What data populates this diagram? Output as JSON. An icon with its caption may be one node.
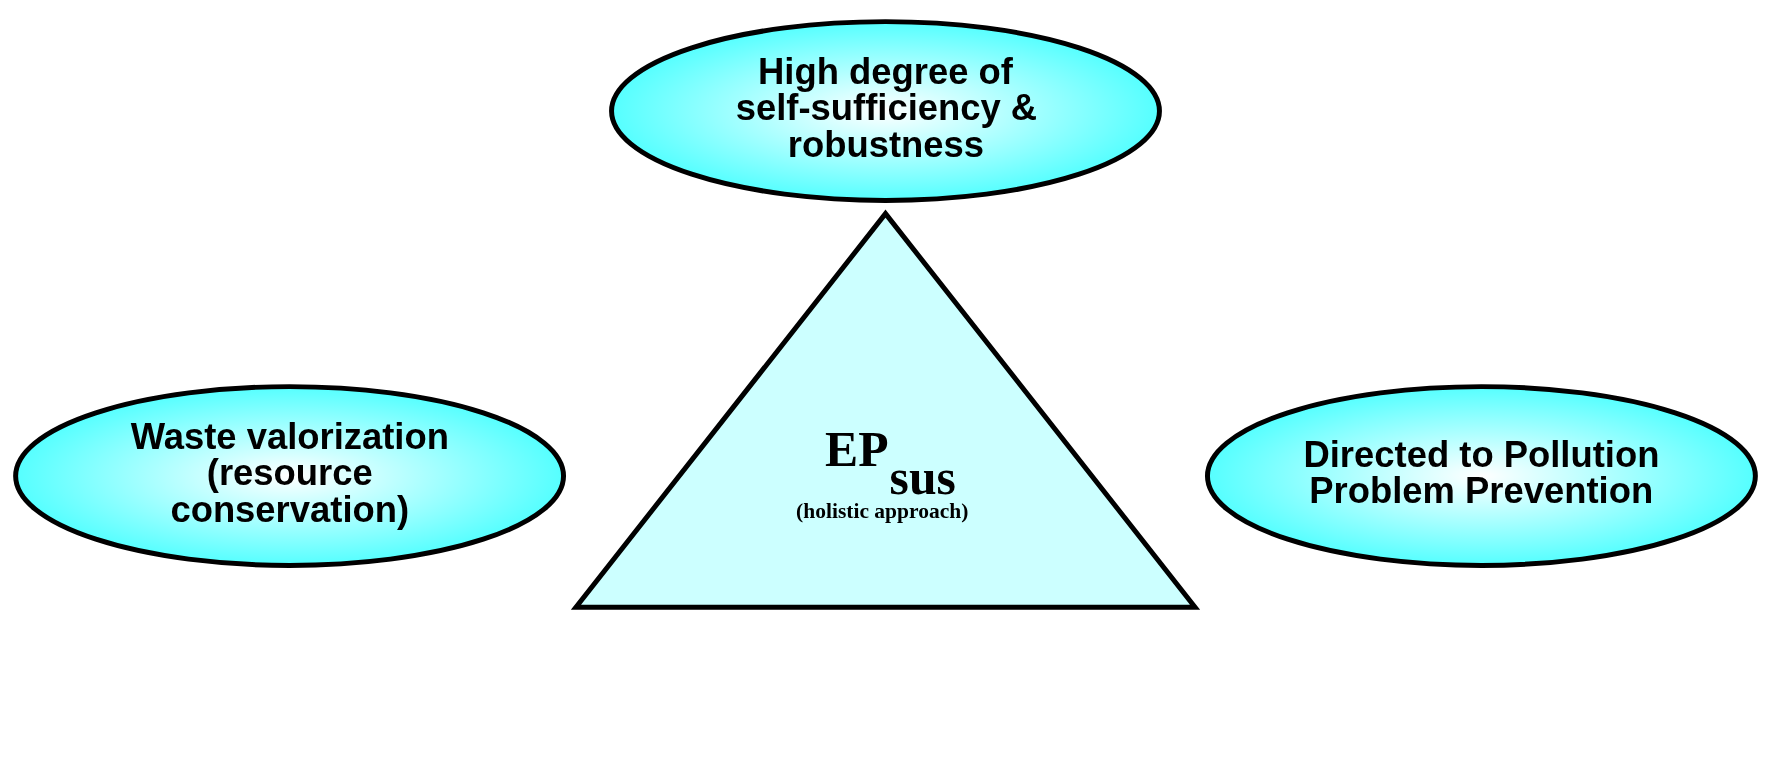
{
  "diagram": {
    "nodes": [
      {
        "text": [
          "High degree of self-sufficiency & robustness"
        ]
      },
      {
        "text": [
          "EP$_{sus}$",
          "(holistic approach)"
        ]
      },
      {
        "text": [
          "Waste valorization (resource conservation)"
        ]
      },
      {
        "text": [
          "Directed to Pollution Problem Prevention"
        ]
      }
    ],
    "edges": []
  }
}
